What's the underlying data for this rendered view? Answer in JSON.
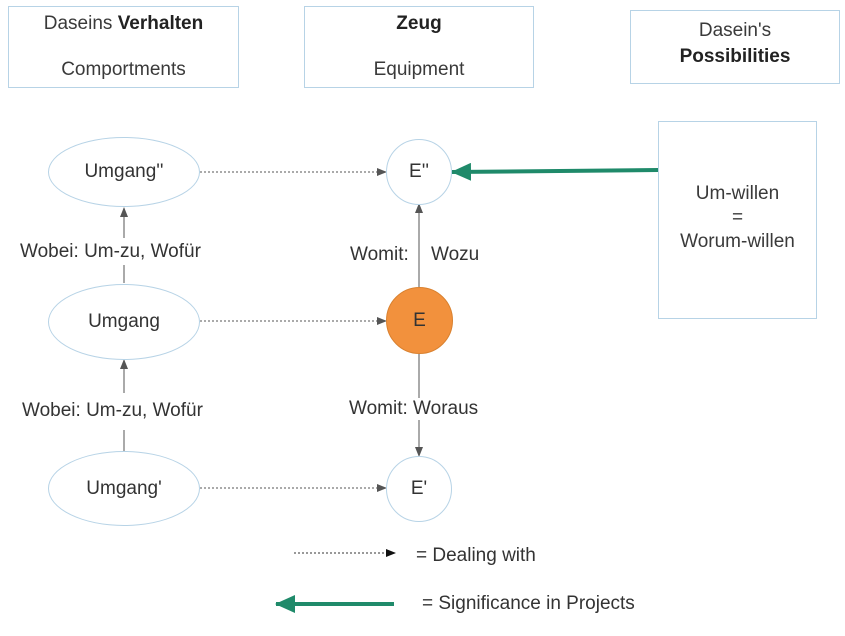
{
  "headers": {
    "comportments": {
      "line1_plain": "Daseins ",
      "line1_bold": "Verhalten",
      "line2": "Comportments"
    },
    "equipment": {
      "line1_bold": "Zeug",
      "line2": "Equipment"
    },
    "possibilities": {
      "line1": "Dasein's",
      "line2_bold": "Possibilities"
    }
  },
  "nodes": {
    "umgang_top": "Umgang''",
    "umgang_mid": "Umgang",
    "umgang_bottom": "Umgang'",
    "e_top": "E''",
    "e_mid": "E",
    "e_bottom": "E'"
  },
  "um_willen": {
    "line1": "Um-willen",
    "line2": "=",
    "line3": "Worum-willen"
  },
  "edge_labels": {
    "wobei_upper": "Wobei: Um-zu, Wofür",
    "wobei_lower": "Wobei: Um-zu, Wofür",
    "womit_wozu_a": "Womit:",
    "womit_wozu_b": "Wozu",
    "womit_woraus": "Womit: Woraus"
  },
  "legend": {
    "dealing_with": "= Dealing with",
    "significance": "=  Significance in Projects"
  },
  "colors": {
    "node_border": "#b7d3e6",
    "e_fill": "#f2913d",
    "significance_arrow": "#1f8a6a",
    "dealing_arrow": "#555555"
  }
}
